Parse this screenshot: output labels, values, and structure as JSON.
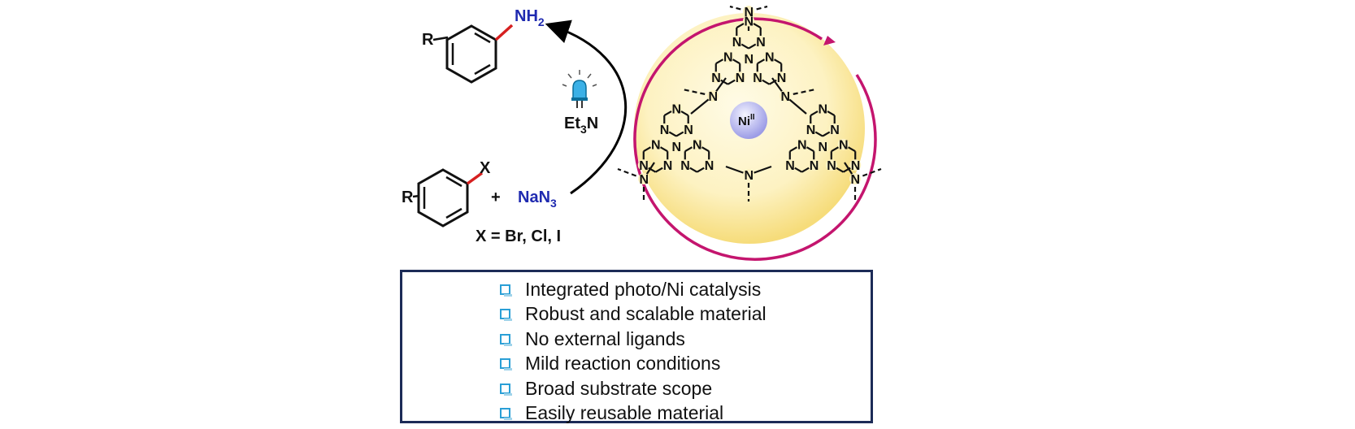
{
  "product": {
    "nh2": "NH",
    "nh2_sub": "2",
    "r": "R"
  },
  "substrate": {
    "x": "X",
    "r": "R"
  },
  "reagents": {
    "plus": "+",
    "nan3": "NaN",
    "nan3_sub": "3"
  },
  "conditions": {
    "base": "Et",
    "base_sub": "3",
    "base_end": "N",
    "light_source": "blue-led-icon"
  },
  "halides_note": "X = Br, Cl, I",
  "catalyst": {
    "metal": "Ni",
    "oxidation_state": "II",
    "ring_atom": "N"
  },
  "colors": {
    "highlight_bond": "#d62020",
    "arrow_ring": "#c4156e",
    "sphere_fill": "#fbeaa0",
    "nickel": "#b8b8f2",
    "box_border": "#1c2b57",
    "checkbox": "#2a9fd6"
  },
  "benefits": [
    "Integrated photo/Ni catalysis",
    "Robust and scalable material",
    "No external ligands",
    "Mild reaction conditions",
    "Broad substrate scope",
    "Easily reusable material"
  ]
}
